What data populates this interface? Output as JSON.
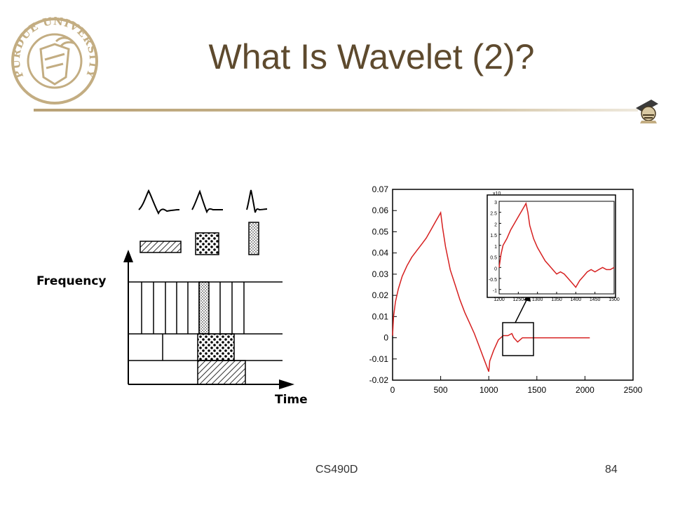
{
  "slide": {
    "title": "What Is Wavelet (2)?",
    "footer_course": "CS490D",
    "footer_page": "84"
  },
  "colors": {
    "title": "#5e4a2e",
    "rule": "#b9a277",
    "signal": "#d62020"
  },
  "logo": {
    "name": "purdue-university-seal",
    "text": "PURDUE UNIVERSITY"
  },
  "icons": [
    "purdue-seal-icon",
    "purdue-pete-icon",
    "arrow-icon"
  ],
  "diagram": {
    "y_label": "Frequency",
    "x_label": "Time"
  },
  "chart_data": {
    "type": "line",
    "main": {
      "x_ticks": [
        "0",
        "500",
        "1000",
        "1500",
        "2000",
        "2500"
      ],
      "y_ticks": [
        "0.07",
        "0.06",
        "0.05",
        "0.04",
        "0.03",
        "0.02",
        "0.01",
        "0",
        "-0.01",
        "-0.02"
      ],
      "xlim": [
        0,
        2500
      ],
      "ylim": [
        -0.02,
        0.07
      ],
      "series": [
        {
          "x": [
            0,
            10,
            30,
            60,
            100,
            150,
            200,
            250,
            300,
            350,
            400,
            450,
            500,
            520,
            550,
            600,
            650,
            700,
            750,
            800,
            850,
            900,
            950,
            1000,
            1010,
            1050,
            1100,
            1150,
            1200,
            1240,
            1260,
            1300,
            1350,
            1400,
            1500,
            1700,
            1900,
            2050
          ],
          "y": [
            0.001,
            0.01,
            0.017,
            0.023,
            0.029,
            0.034,
            0.038,
            0.041,
            0.044,
            0.047,
            0.051,
            0.055,
            0.059,
            0.052,
            0.043,
            0.032,
            0.025,
            0.018,
            0.012,
            0.007,
            0.002,
            -0.004,
            -0.01,
            -0.016,
            -0.011,
            -0.006,
            -0.001,
            0.001,
            0.001,
            0.002,
            0.0,
            -0.002,
            0.0,
            0.0,
            0.0,
            0.0,
            0.0,
            0.0
          ]
        }
      ]
    },
    "inset": {
      "x_ticks": [
        "1200",
        "1250",
        "1300",
        "1350",
        "1400",
        "1450",
        "1500"
      ],
      "y_ticks": [
        "3",
        "2.5",
        "2",
        "1.5",
        "1",
        "0.5",
        "0",
        "-0.5",
        "-1"
      ],
      "xlim": [
        1200,
        1500
      ],
      "ylim": [
        -1.2,
        3.0
      ],
      "exponent_label": "x10",
      "series": [
        {
          "x": [
            1200,
            1205,
            1210,
            1220,
            1230,
            1240,
            1250,
            1260,
            1270,
            1275,
            1280,
            1290,
            1300,
            1310,
            1320,
            1330,
            1340,
            1350,
            1360,
            1370,
            1380,
            1390,
            1400,
            1410,
            1420,
            1430,
            1440,
            1450,
            1460,
            1470,
            1480,
            1490,
            1500
          ],
          "y": [
            0.0,
            0.6,
            1.0,
            1.3,
            1.7,
            2.0,
            2.3,
            2.6,
            2.9,
            2.5,
            1.9,
            1.3,
            0.9,
            0.6,
            0.3,
            0.1,
            -0.1,
            -0.3,
            -0.2,
            -0.3,
            -0.5,
            -0.7,
            -0.9,
            -0.6,
            -0.4,
            -0.2,
            -0.1,
            -0.2,
            -0.1,
            0.0,
            -0.1,
            -0.1,
            0.0
          ]
        }
      ]
    }
  }
}
